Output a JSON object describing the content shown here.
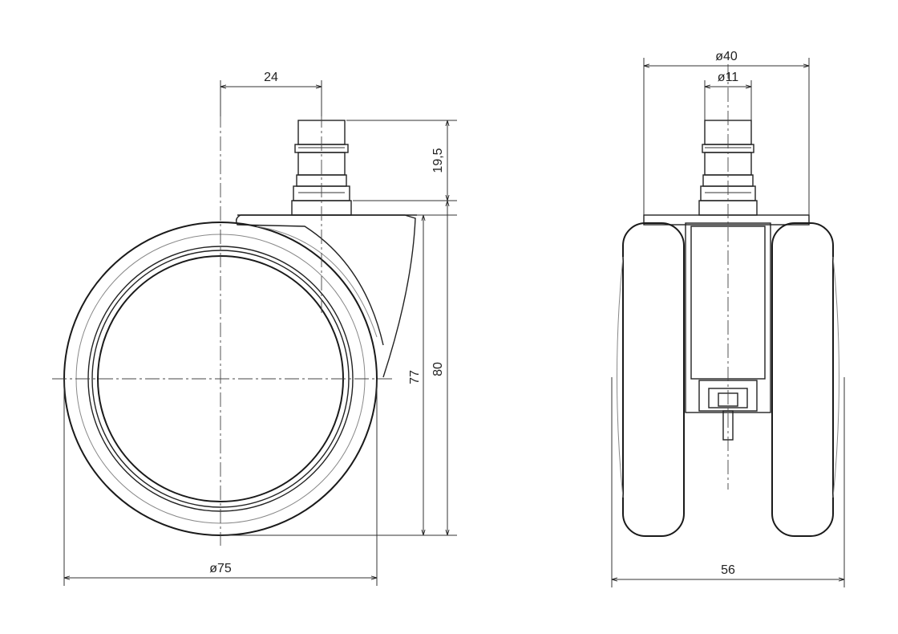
{
  "dimensions": {
    "side_offset": "24",
    "stem_height": "19,5",
    "height_inner": "77",
    "height_total": "80",
    "wheel_diameter": "ø75",
    "plate_diameter": "ø40",
    "stem_diameter": "ø11",
    "wheel_width": "56"
  }
}
